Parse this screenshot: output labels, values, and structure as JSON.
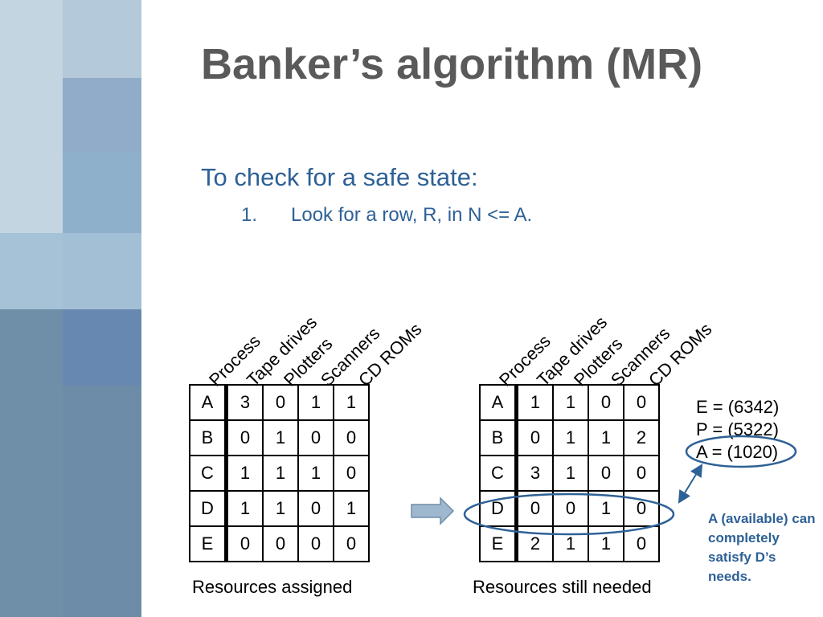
{
  "slide": {
    "title": "Banker’s algorithm (MR)",
    "subtitle": "To check for a safe state:",
    "steps": [
      {
        "number": "1.",
        "text": "Look for a row, R, in N <= A."
      }
    ]
  },
  "tables": {
    "headers": [
      "Process",
      "Tape drives",
      "Plotters",
      "Scanners",
      "CD ROMs"
    ],
    "assigned": {
      "caption": "Resources assigned",
      "rows": [
        [
          "A",
          "3",
          "0",
          "1",
          "1"
        ],
        [
          "B",
          "0",
          "1",
          "0",
          "0"
        ],
        [
          "C",
          "1",
          "1",
          "1",
          "0"
        ],
        [
          "D",
          "1",
          "1",
          "0",
          "1"
        ],
        [
          "E",
          "0",
          "0",
          "0",
          "0"
        ]
      ]
    },
    "needed": {
      "caption": "Resources still needed",
      "rows": [
        [
          "A",
          "1",
          "1",
          "0",
          "0"
        ],
        [
          "B",
          "0",
          "1",
          "1",
          "2"
        ],
        [
          "C",
          "3",
          "1",
          "0",
          "0"
        ],
        [
          "D",
          "0",
          "0",
          "1",
          "0"
        ],
        [
          "E",
          "2",
          "1",
          "1",
          "0"
        ]
      ],
      "highlighted_row": "D"
    }
  },
  "vectors": {
    "E": "E = (6342)",
    "P": "P = (5322)",
    "A": "A = (1020)"
  },
  "note": "A (available) can completely satisfy D’s needs.",
  "colors": {
    "title": "#5a5a5a",
    "accent_blue": "#2e6196",
    "arrow_fill": "#9fb8d0"
  }
}
